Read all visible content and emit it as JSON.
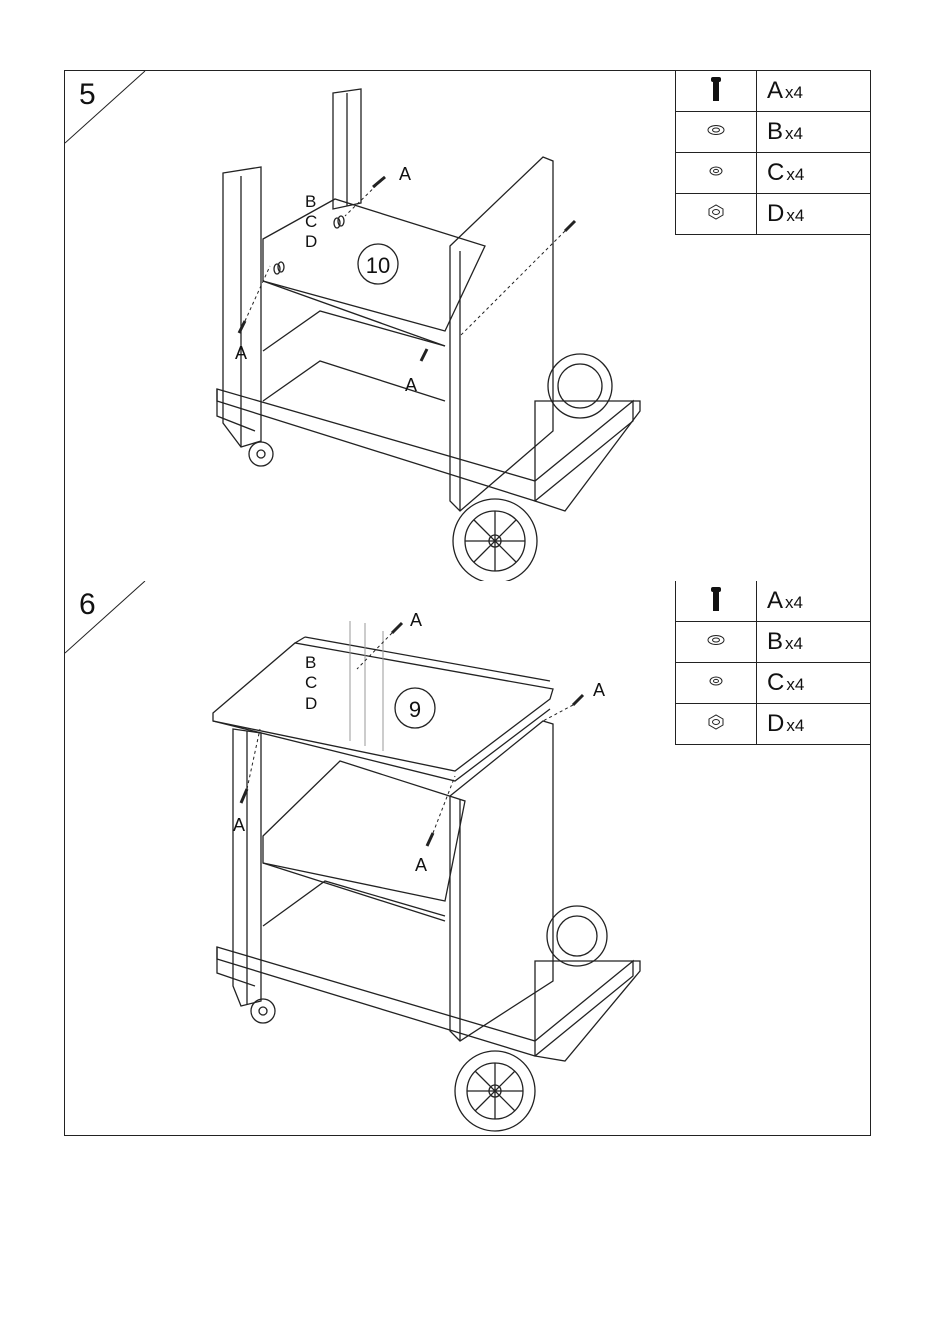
{
  "steps": [
    {
      "number": "5",
      "part_number": "10",
      "callouts": [
        "A",
        "A",
        "A",
        "B",
        "C",
        "D"
      ],
      "parts": [
        {
          "letter": "A",
          "qty": "x4",
          "icon": "bolt-icon"
        },
        {
          "letter": "B",
          "qty": "x4",
          "icon": "flat-washer-icon"
        },
        {
          "letter": "C",
          "qty": "x4",
          "icon": "lock-washer-icon"
        },
        {
          "letter": "D",
          "qty": "x4",
          "icon": "hex-nut-icon"
        }
      ]
    },
    {
      "number": "6",
      "part_number": "9",
      "callouts": [
        "A",
        "A",
        "A",
        "A",
        "B",
        "C",
        "D"
      ],
      "parts": [
        {
          "letter": "A",
          "qty": "x4",
          "icon": "bolt-icon"
        },
        {
          "letter": "B",
          "qty": "x4",
          "icon": "flat-washer-icon"
        },
        {
          "letter": "C",
          "qty": "x4",
          "icon": "lock-washer-icon"
        },
        {
          "letter": "D",
          "qty": "x4",
          "icon": "hex-nut-icon"
        }
      ]
    }
  ]
}
